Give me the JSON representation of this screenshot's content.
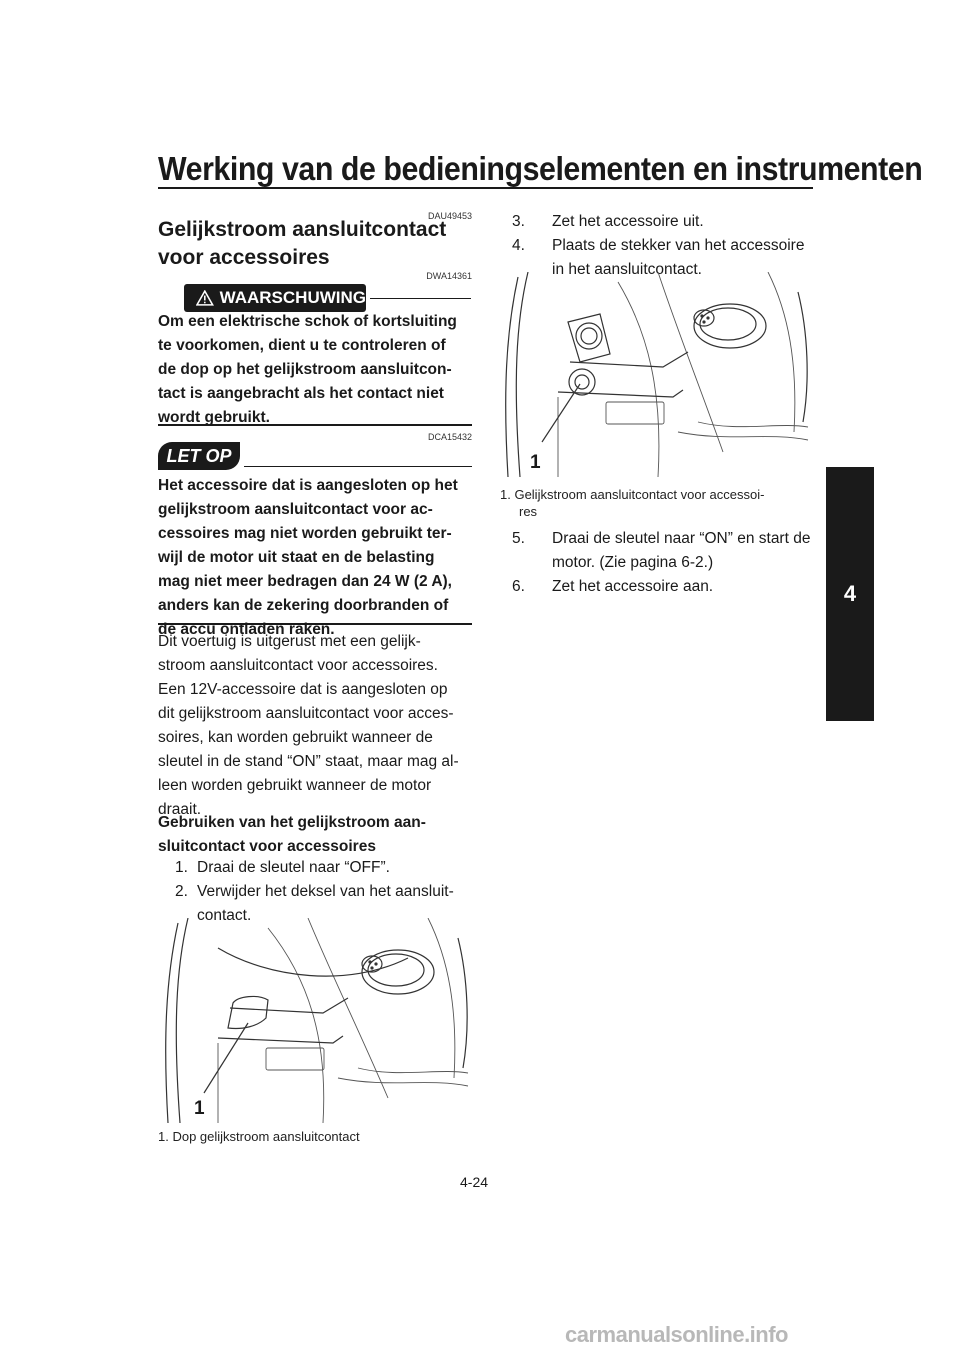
{
  "header": {
    "title": "Werking van de bedieningselementen en instrumenten"
  },
  "side_tab": {
    "label": "4"
  },
  "section": {
    "code": "DAU49453",
    "title_line1": "Gelijkstroom aansluitcontact",
    "title_line2": "voor accessoires"
  },
  "warning": {
    "code": "DWA14361",
    "label": "WAARSCHUWING",
    "icon": "warning-triangle-icon",
    "lines": [
      "Om een elektrische schok of kortsluiting",
      "te voorkomen, dient u te controleren of",
      "de dop op het gelijkstroom aansluitcon-",
      "tact is aangebracht als het contact niet",
      "wordt gebruikt."
    ]
  },
  "caution": {
    "code": "DCA15432",
    "label": "LET OP",
    "lines": [
      "Het accessoire dat is aangesloten op het",
      "gelijkstroom aansluitcontact voor ac-",
      "cessoires mag niet worden gebruikt ter-",
      "wijl de motor uit staat en de belasting",
      "mag niet meer bedragen dan 24 W (2 A),",
      "anders kan de zekering doorbranden of",
      "de accu ontladen raken."
    ]
  },
  "intro": {
    "para1": [
      "Dit voertuig is uitgerust met een gelijk-",
      "stroom aansluitcontact voor accessoires."
    ],
    "para2": [
      "Een 12V-accessoire dat is aangesloten op",
      "dit gelijkstroom aansluitcontact voor acces-",
      "soires, kan worden gebruikt wanneer de",
      "sleutel in de stand “ON” staat, maar mag al-",
      "leen worden gebruikt wanneer de motor",
      "draait."
    ]
  },
  "usage": {
    "heading_line1": "Gebruiken van het gelijkstroom aan-",
    "heading_line2": "sluitcontact voor accessoires",
    "steps": [
      {
        "num": "1.",
        "lines": [
          "Draai de sleutel naar “OFF”."
        ]
      },
      {
        "num": "2.",
        "lines": [
          "Verwijder het deksel van het aansluit-",
          "contact."
        ]
      },
      {
        "num": "3.",
        "lines": [
          "Zet het accessoire uit."
        ]
      },
      {
        "num": "4.",
        "lines": [
          "Plaats de stekker van het accessoire",
          "in het aansluitcontact."
        ]
      },
      {
        "num": "5.",
        "lines": [
          "Draai de sleutel naar “ON” en start de",
          "motor. (Zie pagina 6-2.)"
        ]
      },
      {
        "num": "6.",
        "lines": [
          "Zet het accessoire aan."
        ]
      }
    ]
  },
  "figure1": {
    "callout": "1",
    "caption": "1.  Dop gelijkstroom aansluitcontact"
  },
  "figure2": {
    "callout": "1",
    "caption_line1": "1.  Gelijkstroom aansluitcontact voor accessoi-",
    "caption_line2": "res"
  },
  "footer": {
    "page_number": "4-24",
    "watermark": "carmanualsonline.info"
  }
}
